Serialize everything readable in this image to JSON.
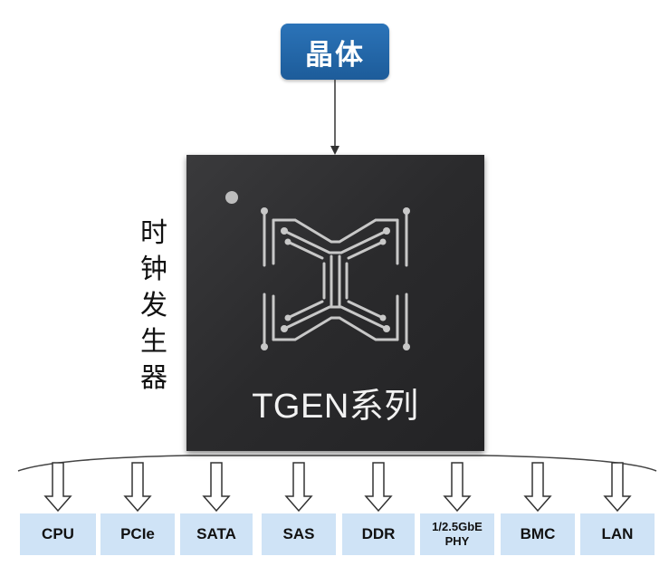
{
  "crystal": {
    "label": "晶体"
  },
  "generator_label": [
    "时",
    "钟",
    "发",
    "生",
    "器"
  ],
  "chip": {
    "name": "TGEN系列"
  },
  "outputs": [
    "CPU",
    "PCIe",
    "SATA",
    "SAS",
    "DDR",
    "1/2.5GbE PHY",
    "BMC",
    "LAN"
  ],
  "colors": {
    "crystal_box": "#1d5c9a",
    "chip": "#2a2a2c",
    "output_box": "#cfe3f6"
  }
}
